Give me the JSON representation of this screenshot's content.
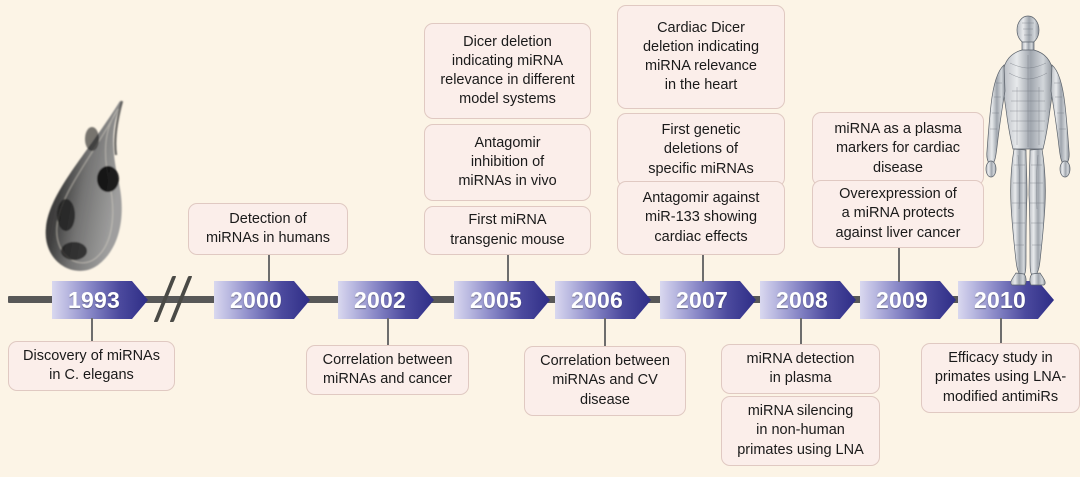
{
  "figure": {
    "type": "timeline",
    "title": "miRNA research milestones timeline (1993-2010)",
    "background_color": "#fcf4e6",
    "box_fill_color": "#fbeeea",
    "box_border_color": "#e0c9c2",
    "axis_color": "#585858",
    "chevron_gradient_from": "#d9d8ef",
    "chevron_gradient_to": "#2e2d86",
    "break_symbol": "//"
  },
  "images": {
    "left": {
      "name": "c-elegans-micrograph",
      "caption": "C. elegans nematode micrograph"
    },
    "right": {
      "name": "human-anatomy-illustration",
      "caption": "Human musculature anatomical illustration"
    }
  },
  "years": [
    {
      "label": "1993"
    },
    {
      "label": "2000"
    },
    {
      "label": "2002"
    },
    {
      "label": "2005"
    },
    {
      "label": "2006"
    },
    {
      "label": "2007"
    },
    {
      "label": "2008"
    },
    {
      "label": "2009"
    },
    {
      "label": "2010"
    }
  ],
  "events_above": [
    {
      "year": "2000",
      "text": "Detection of\nmiRNAs in humans"
    },
    {
      "year": "2005",
      "text": "Dicer deletion\nindicating miRNA\nrelevance in different\nmodel systems"
    },
    {
      "year": "2005",
      "text": "Antagomir\ninhibition of\nmiRNAs in vivo"
    },
    {
      "year": "2005",
      "text": "First miRNA\ntransgenic mouse"
    },
    {
      "year": "2007",
      "text": "Cardiac Dicer\ndeletion indicating\nmiRNA relevance\nin the heart"
    },
    {
      "year": "2007",
      "text": "First genetic\ndeletions of\nspecific miRNAs"
    },
    {
      "year": "2007",
      "text": "Antagomir against\nmiR-133 showing\ncardiac effects"
    },
    {
      "year": "2009",
      "text": "miRNA as a plasma\nmarkers for cardiac\ndisease"
    },
    {
      "year": "2009",
      "text": "Overexpression of\na miRNA protects\nagainst liver cancer"
    }
  ],
  "events_below": [
    {
      "year": "1993",
      "text": "Discovery of miRNAs\nin C. elegans"
    },
    {
      "year": "2002",
      "text": "Correlation between\nmiRNAs and cancer"
    },
    {
      "year": "2006",
      "text": "Correlation between\nmiRNAs and CV\ndisease"
    },
    {
      "year": "2008",
      "text": "miRNA detection\nin plasma"
    },
    {
      "year": "2008",
      "text": "miRNA silencing\nin non-human\nprimates using LNA"
    },
    {
      "year": "2010",
      "text": "Efficacy study in\nprimates using LNA-\nmodified antimiRs"
    }
  ]
}
